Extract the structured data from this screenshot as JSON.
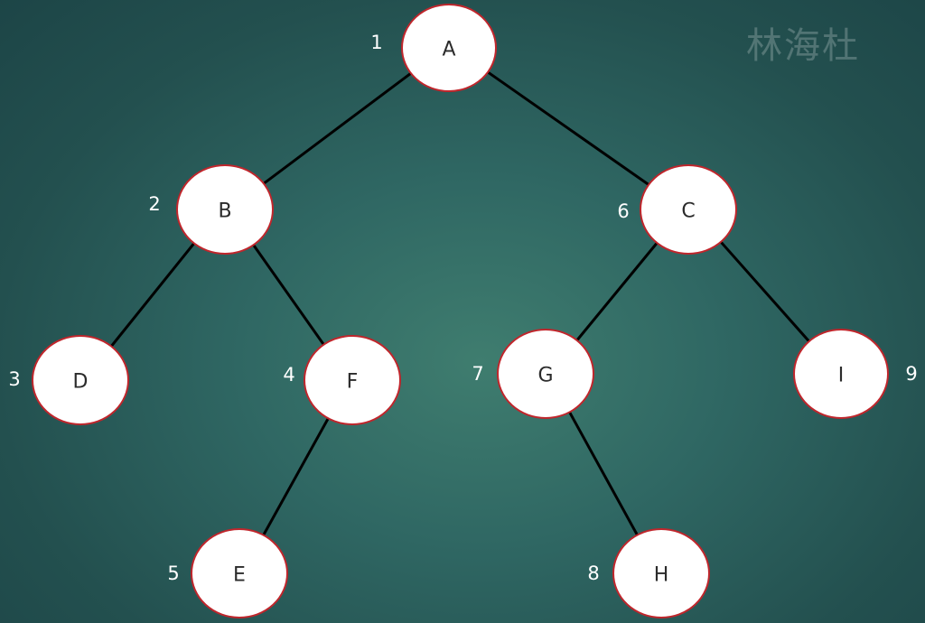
{
  "watermark": "林海杜",
  "nodes": [
    {
      "id": "A",
      "label": "A",
      "order": "1"
    },
    {
      "id": "B",
      "label": "B",
      "order": "2"
    },
    {
      "id": "C",
      "label": "C",
      "order": "6"
    },
    {
      "id": "D",
      "label": "D",
      "order": "3"
    },
    {
      "id": "F",
      "label": "F",
      "order": "4"
    },
    {
      "id": "G",
      "label": "G",
      "order": "7"
    },
    {
      "id": "I",
      "label": "I",
      "order": "9"
    },
    {
      "id": "E",
      "label": "E",
      "order": "5"
    },
    {
      "id": "H",
      "label": "H",
      "order": "8"
    }
  ],
  "edges": [
    [
      "A",
      "B"
    ],
    [
      "A",
      "C"
    ],
    [
      "B",
      "D"
    ],
    [
      "B",
      "F"
    ],
    [
      "F",
      "E"
    ],
    [
      "C",
      "G"
    ],
    [
      "C",
      "I"
    ],
    [
      "G",
      "H"
    ]
  ],
  "colors": {
    "node_fill": "#ffffff",
    "node_stroke": "#c0262c",
    "edge": "#000000",
    "order_text": "#ffffff"
  }
}
